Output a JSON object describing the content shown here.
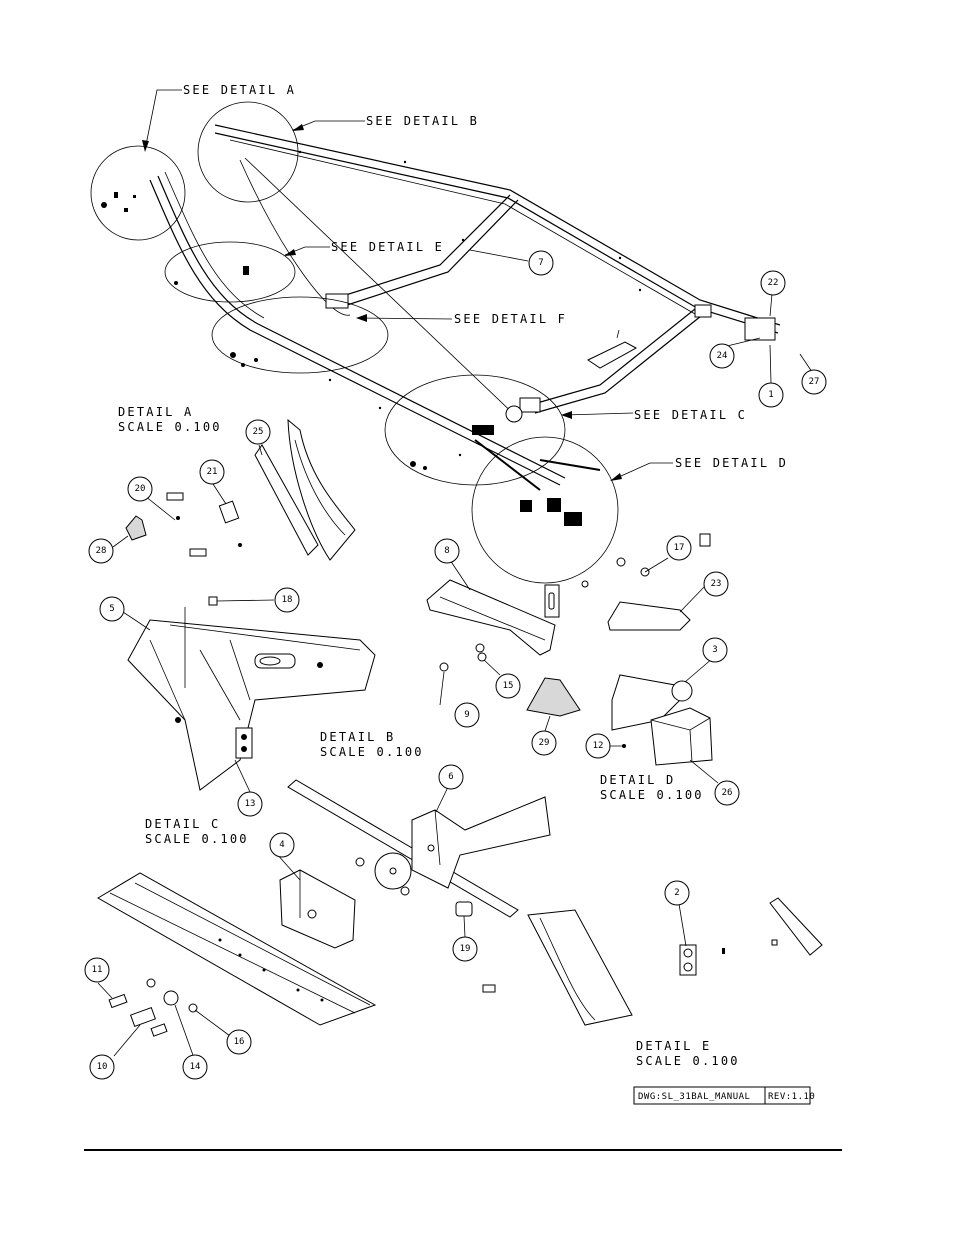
{
  "refs": {
    "see_a": "SEE DETAIL  A",
    "see_b": "SEE DETAIL  B",
    "see_c": "SEE DETAIL  C",
    "see_d": "SEE DETAIL  D",
    "see_e": "SEE DETAIL  E",
    "see_f": "SEE DETAIL  F"
  },
  "details": {
    "a_title": "DETAIL  A",
    "a_scale": "SCALE  0.100",
    "b_title": "DETAIL  B",
    "b_scale": "SCALE  0.100",
    "c_title": "DETAIL  C",
    "c_scale": "SCALE  0.100",
    "d_title": "DETAIL  D",
    "d_scale": "SCALE  0.100",
    "e_title": "DETAIL  E",
    "e_scale": "SCALE  0.100"
  },
  "callouts": {
    "c1": "1",
    "c2": "2",
    "c3": "3",
    "c4": "4",
    "c5": "5",
    "c6": "6",
    "c7": "7",
    "c8": "8",
    "c9": "9",
    "c10": "10",
    "c11": "11",
    "c12": "12",
    "c13": "13",
    "c14": "14",
    "c15": "15",
    "c16": "16",
    "c17": "17",
    "c18": "18",
    "c19": "19",
    "c20": "20",
    "c21": "21",
    "c22": "22",
    "c23": "23",
    "c24": "24",
    "c25": "25",
    "c26": "26",
    "c27": "27",
    "c28": "28",
    "c29": "29"
  },
  "title_block": {
    "dwg": "DWG:SL_31BAL_MANUAL",
    "rev": "REV:1.10"
  }
}
